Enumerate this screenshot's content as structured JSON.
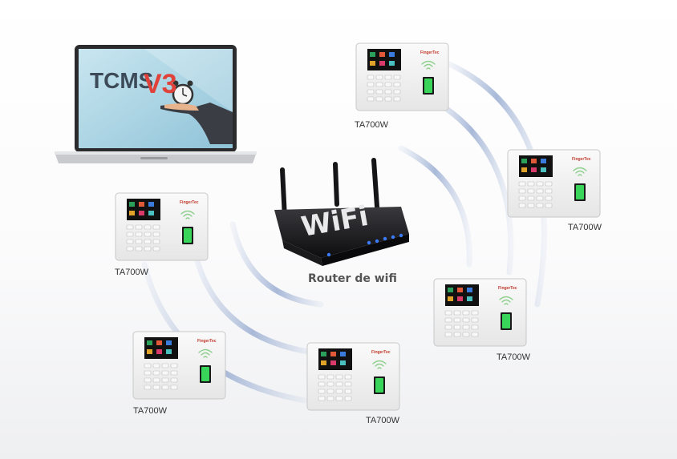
{
  "laptop": {
    "screen_title_main": "TCMS",
    "screen_title_version": "V3"
  },
  "router": {
    "panel_text": "WiFi",
    "label": "Router de wifi"
  },
  "devices": [
    {
      "model": "TA700W",
      "brand": "FingerTec"
    },
    {
      "model": "TA700W",
      "brand": "FingerTec"
    },
    {
      "model": "TA700W",
      "brand": "FingerTec"
    },
    {
      "model": "TA700W",
      "brand": "FingerTec"
    },
    {
      "model": "TA700W",
      "brand": "FingerTec"
    },
    {
      "model": "TA700W",
      "brand": "FingerTec"
    }
  ],
  "colors": {
    "wave": "#9fb2d4",
    "device_body": "#f2f2f2",
    "fingerprint": "#39d45a",
    "router_body": "#1f1f22",
    "router_led": "#3a7bff"
  }
}
